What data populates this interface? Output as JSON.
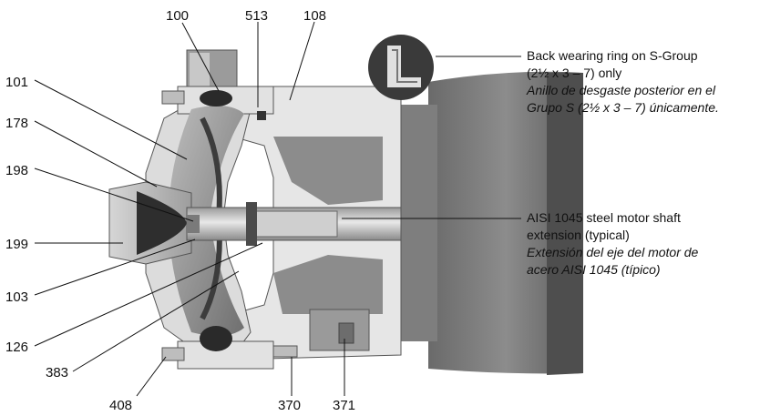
{
  "part_numbers": {
    "p100": "100",
    "p513": "513",
    "p108": "108",
    "p101": "101",
    "p178": "178",
    "p198": "198",
    "p199": "199",
    "p103": "103",
    "p126": "126",
    "p383": "383",
    "p408": "408",
    "p370": "370",
    "p371": "371"
  },
  "callouts": {
    "wear_ring": {
      "line1": "Back wearing ring on S-Group",
      "line2": "(2½ x 3 – 7) only",
      "line3": "Anillo de desgaste posterior en el",
      "line4": "Grupo S (2½ x 3 – 7) únicamente."
    },
    "shaft": {
      "line1": "AISI 1045 steel motor shaft",
      "line2": "extension (typical)",
      "line3": "Extensión del eje del motor de",
      "line4": "acero AISI 1045 (típico)"
    }
  }
}
